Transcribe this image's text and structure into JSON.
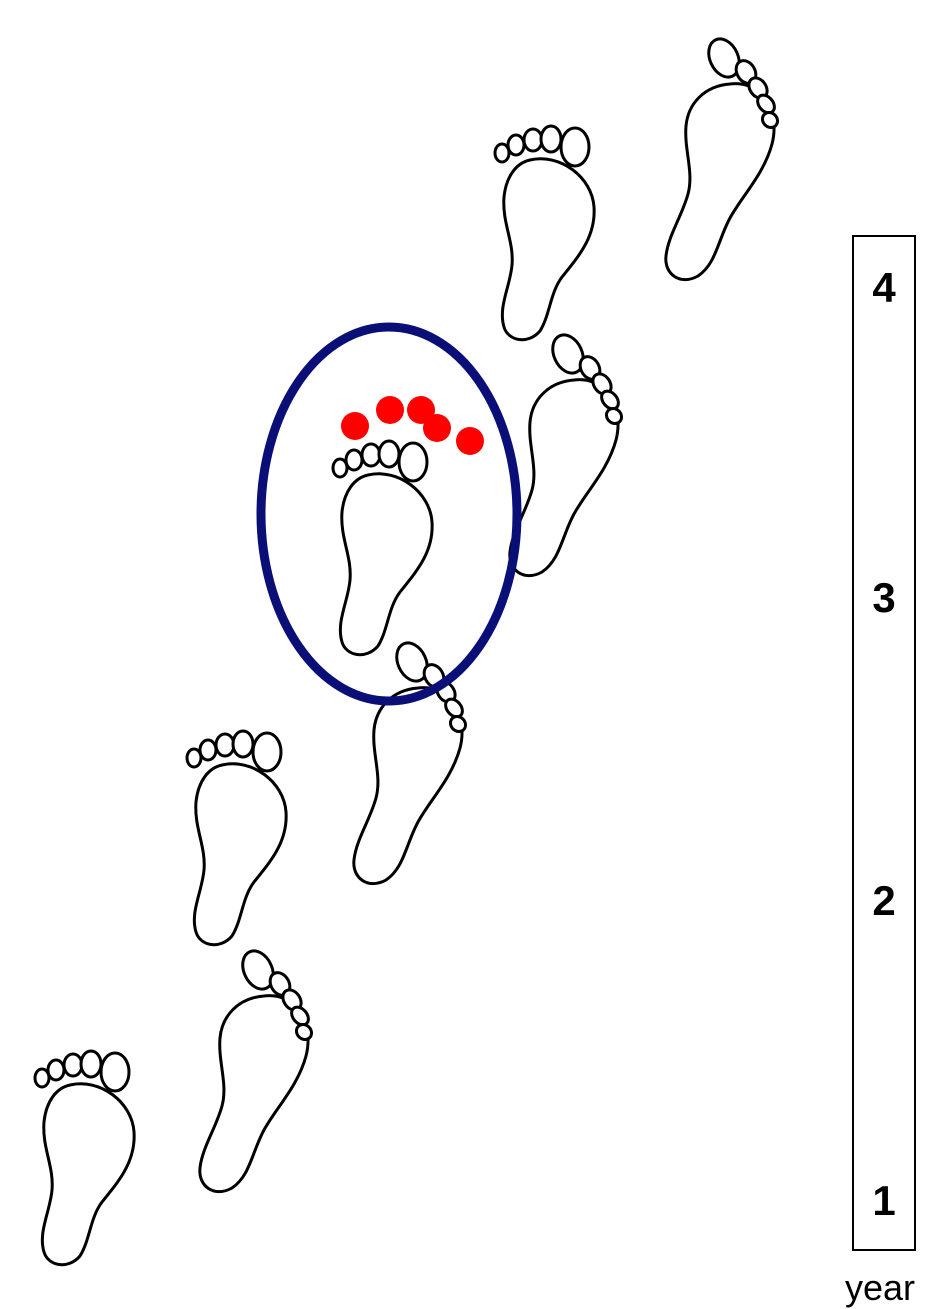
{
  "colors": {
    "outline": "#000000",
    "highlight_ring": "#0a0f78",
    "markers": "#ff0000",
    "background": "#ffffff"
  },
  "icons": [
    "left-footprint-icon",
    "right-footprint-icon"
  ],
  "footprints": {
    "pairs": 4,
    "highlighted_step": 3,
    "toe_markers": 5
  },
  "scale": {
    "ticks": [
      "1",
      "2",
      "3",
      "4"
    ],
    "unit": "year"
  }
}
